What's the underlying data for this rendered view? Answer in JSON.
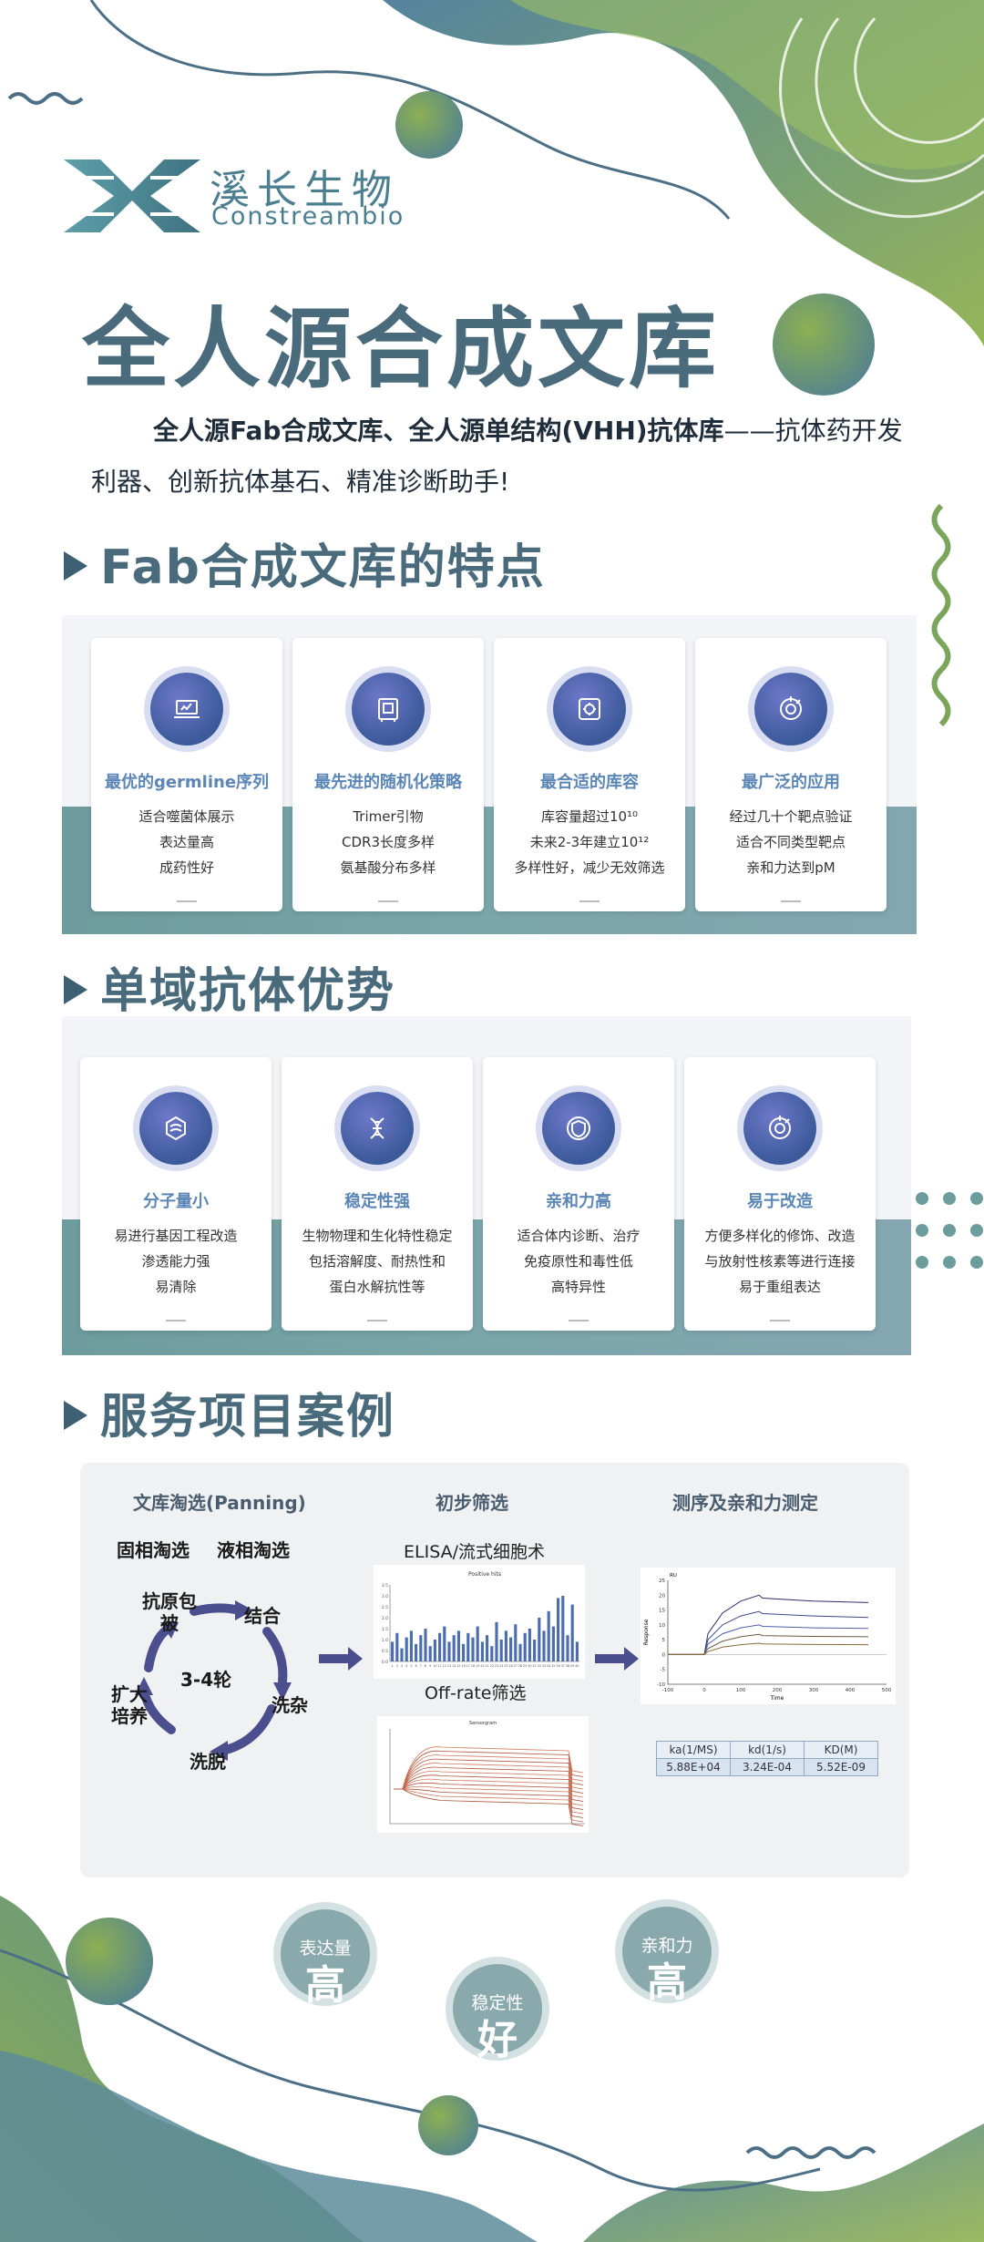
{
  "brand": {
    "name_cn": "溪长生物",
    "name_en": "Constreambio"
  },
  "main_title": "全人源合成文库",
  "intro": {
    "bold": "全人源Fab合成文库、全人源单结构(VHH)抗体库",
    "rest": "——抗体药开发利器、创新抗体基石、精准诊断助手!"
  },
  "sections": {
    "fab": {
      "title": "Fab合成文库的特点",
      "cards": [
        {
          "title": "最优的germline序列",
          "icon": "laptop-icon",
          "lines": [
            "适合噬菌体展示",
            "表达量高",
            "成药性好"
          ]
        },
        {
          "title": "最先进的随机化策略",
          "icon": "safe-icon",
          "lines": [
            "Trimer引物",
            "CDR3长度多样",
            "氨基酸分布多样"
          ]
        },
        {
          "title": "最合适的库容",
          "icon": "vault-icon",
          "lines": [
            "库容量超过10¹⁰",
            "未来2-3年建立10¹²",
            "多样性好，减少无效筛选"
          ]
        },
        {
          "title": "最广泛的应用",
          "icon": "target-icon",
          "lines": [
            "经过几十个靶点验证",
            "适合不同类型靶点",
            "亲和力达到pM"
          ]
        }
      ]
    },
    "single": {
      "title": "单域抗体优势",
      "cards": [
        {
          "title": "分子量小",
          "icon": "molecule-icon",
          "lines": [
            "易进行基因工程改造",
            "渗透能力强",
            "易清除"
          ]
        },
        {
          "title": "稳定性强",
          "icon": "dna-icon",
          "lines": [
            "生物物理和生化特性稳定",
            "包括溶解度、耐热性和",
            "蛋白水解抗性等"
          ]
        },
        {
          "title": "亲和力高",
          "icon": "shield-icon",
          "lines": [
            "适合体内诊断、治疗",
            "免疫原性和毒性低",
            "高特异性"
          ]
        },
        {
          "title": "易于改造",
          "icon": "target-icon",
          "lines": [
            "方便多样化的修饰、改造",
            "与放射性核素等进行连接",
            "易于重组表达"
          ]
        }
      ]
    },
    "service": {
      "title": "服务项目案例",
      "col1": {
        "header": "文库淘选(Panning)",
        "mode_a": "固相淘选",
        "mode_b": "液相淘选",
        "center": "3-4轮",
        "steps": [
          "抗原包被",
          "结合",
          "洗杂",
          "洗脱",
          "扩大培养"
        ]
      },
      "col2": {
        "header": "初步筛选",
        "elisa_label": "ELISA/流式细胞术",
        "elisa_chart_title": "Positive hits",
        "offrate_label": "Off-rate筛选",
        "offrate_chart_title": "Sensorgram"
      },
      "col3": {
        "header": "测序及亲和力测定",
        "ylabel": "Response",
        "xlabel": "Time",
        "y_unit": "RU",
        "table": {
          "headers": [
            "ka(1/MS)",
            "kd(1/s)",
            "KD(M)"
          ],
          "values": [
            "5.88E+04",
            "3.24E-04",
            "5.52E-09"
          ]
        }
      }
    }
  },
  "badges": [
    {
      "small": "表达量",
      "big": "高"
    },
    {
      "small": "稳定性",
      "big": "好"
    },
    {
      "small": "亲和力",
      "big": "高"
    }
  ],
  "chart_data": [
    {
      "type": "bar",
      "title": "Positive hits",
      "ylim": [
        0,
        3.5
      ],
      "categories": [
        "1",
        "2",
        "3",
        "4",
        "5",
        "6",
        "7",
        "8",
        "9",
        "10",
        "11",
        "12",
        "13",
        "14",
        "15",
        "16",
        "17",
        "18",
        "19",
        "20",
        "21",
        "22",
        "23",
        "24",
        "25",
        "26",
        "27",
        "28",
        "29",
        "30",
        "31",
        "32",
        "33",
        "34",
        "35",
        "36",
        "37",
        "38",
        "39",
        "40"
      ],
      "values": [
        0.9,
        1.3,
        0.6,
        1.1,
        1.4,
        0.8,
        1.2,
        1.5,
        0.7,
        1.0,
        1.3,
        1.6,
        0.9,
        1.2,
        1.4,
        0.8,
        1.3,
        1.1,
        1.6,
        0.9,
        1.2,
        0.7,
        1.8,
        1.0,
        1.4,
        1.1,
        1.7,
        0.8,
        1.3,
        1.5,
        1.0,
        2.0,
        1.4,
        2.3,
        1.6,
        2.9,
        3.0,
        1.2,
        2.6,
        0.9
      ]
    },
    {
      "type": "line",
      "title": "",
      "xlabel": "Time",
      "ylabel": "Response",
      "xlim": [
        -100,
        500
      ],
      "ylim": [
        -10,
        25
      ],
      "series": [
        {
          "values": [
            [
              -100,
              0
            ],
            [
              0,
              0
            ],
            [
              10,
              7
            ],
            [
              50,
              14
            ],
            [
              100,
              18
            ],
            [
              150,
              20
            ],
            [
              160,
              19
            ],
            [
              300,
              18
            ],
            [
              450,
              17.5
            ]
          ]
        },
        {
          "values": [
            [
              -100,
              0
            ],
            [
              0,
              0
            ],
            [
              10,
              5
            ],
            [
              50,
              10
            ],
            [
              100,
              13
            ],
            [
              150,
              14.5
            ],
            [
              160,
              13.8
            ],
            [
              300,
              13
            ],
            [
              450,
              12.5
            ]
          ]
        },
        {
          "values": [
            [
              -100,
              0
            ],
            [
              0,
              0
            ],
            [
              10,
              3.5
            ],
            [
              50,
              7
            ],
            [
              100,
              9
            ],
            [
              150,
              10
            ],
            [
              160,
              9.5
            ],
            [
              300,
              9
            ],
            [
              450,
              8.8
            ]
          ]
        },
        {
          "values": [
            [
              -100,
              0
            ],
            [
              0,
              0
            ],
            [
              10,
              2
            ],
            [
              50,
              4.5
            ],
            [
              100,
              6
            ],
            [
              150,
              6.8
            ],
            [
              160,
              6.4
            ],
            [
              300,
              6.1
            ],
            [
              450,
              6
            ]
          ]
        },
        {
          "values": [
            [
              -100,
              0
            ],
            [
              0,
              0
            ],
            [
              10,
              1
            ],
            [
              50,
              2.5
            ],
            [
              100,
              3.3
            ],
            [
              150,
              3.8
            ],
            [
              160,
              3.6
            ],
            [
              300,
              3.4
            ],
            [
              450,
              3.3
            ]
          ]
        }
      ]
    }
  ]
}
